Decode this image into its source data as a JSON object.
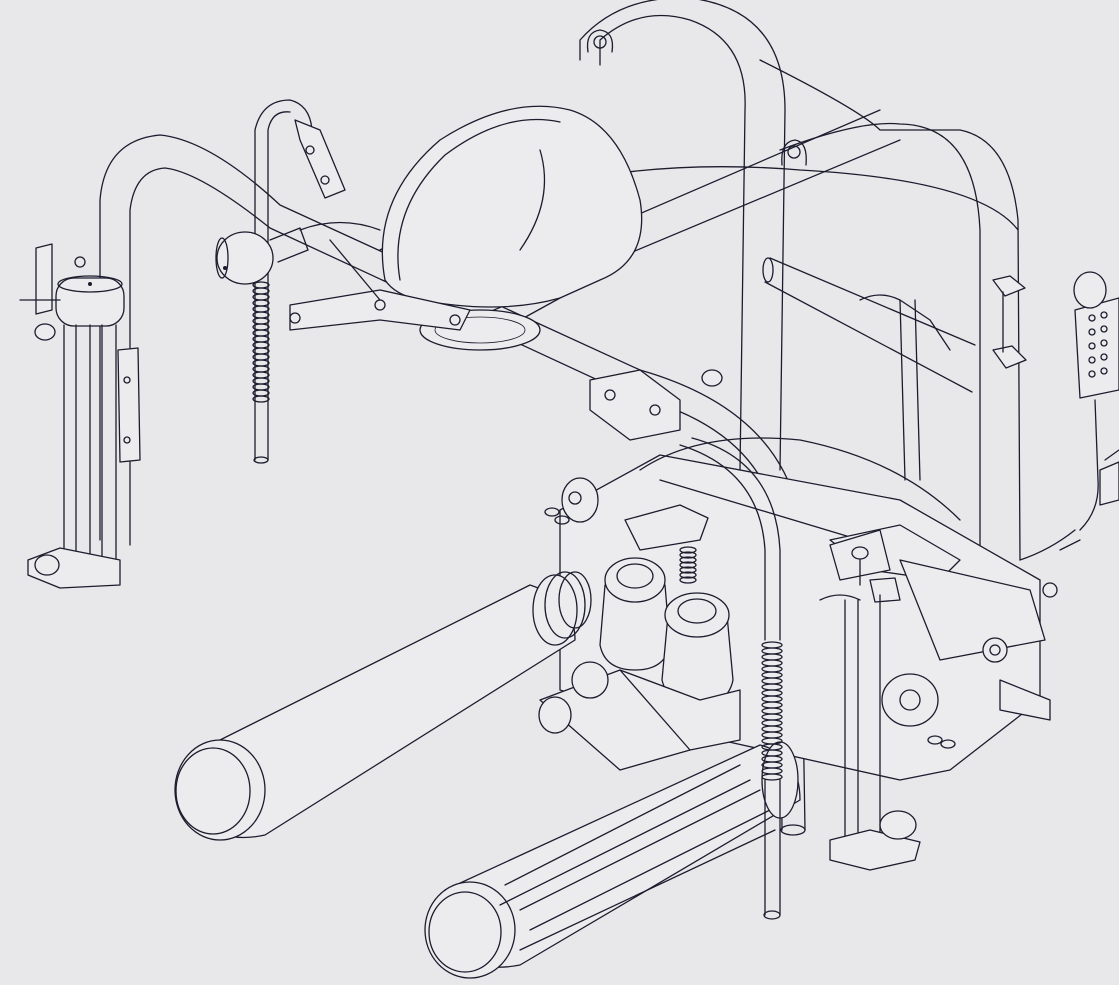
{
  "drawing": {
    "background": "#e8e8ea",
    "stroke_color": "#1c1c2e",
    "style": "line-art",
    "components": [
      "main-tube-frame",
      "rear-tube-frame",
      "crossbar",
      "front-dome-cover",
      "left-hose-reel",
      "left-valve-assembly",
      "coil-spring-hose-left",
      "coil-spring-hose-center",
      "pump-motor-cylinders",
      "large-roller-cylinder",
      "fluted-roller-cylinder",
      "right-controller-box",
      "lifting-eyes",
      "arm-linkage",
      "base-frame"
    ]
  }
}
